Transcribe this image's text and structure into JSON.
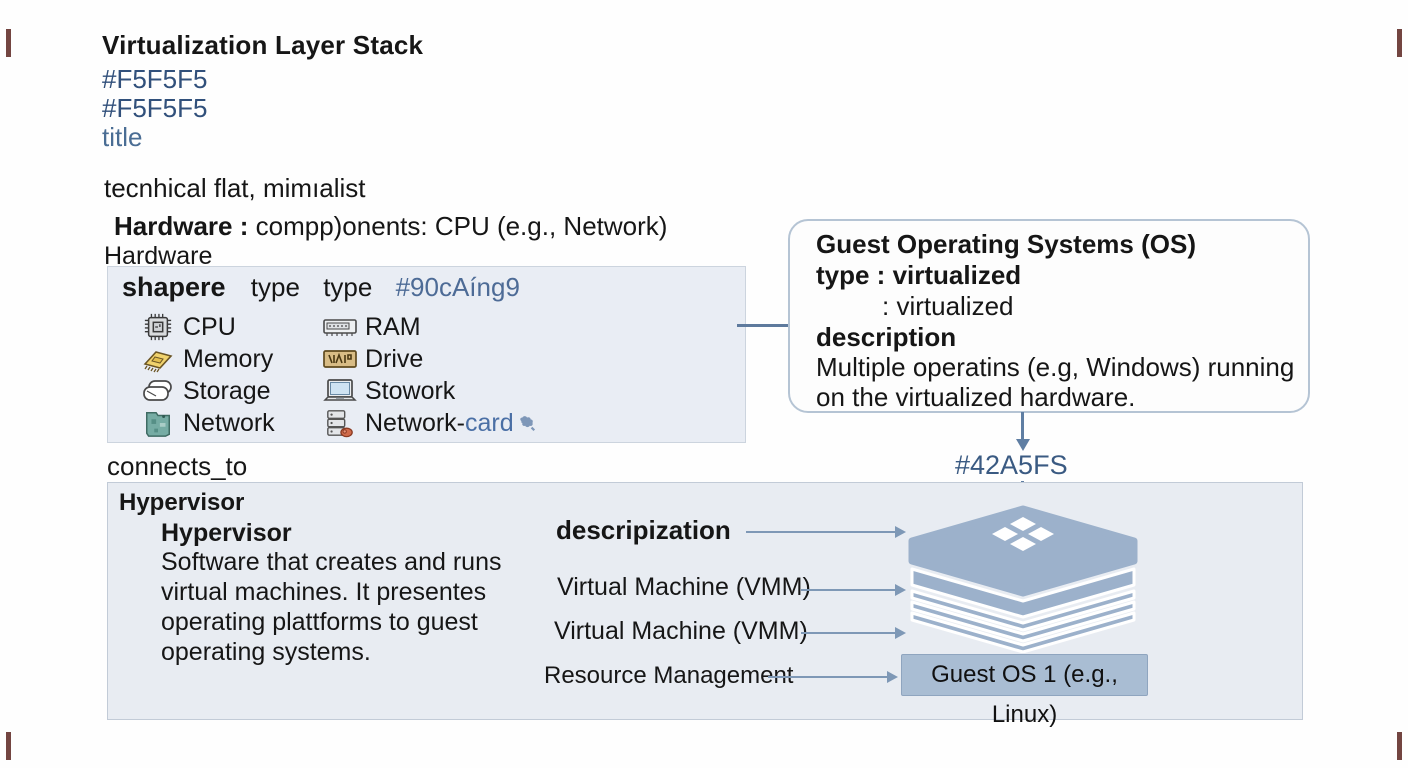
{
  "header": {
    "title": "Virtualization Layer Stack",
    "hex_line_1": "#F5F5F5",
    "hex_line_2": "#F5F5F5",
    "subtitle": "title",
    "style_note": "tecnhical flat, mimıalist",
    "hardware_line_bold": "Hardware :",
    "hardware_line_rest": " compp)onents: CPU (e.g., Network)",
    "hardware_label": "Hardware"
  },
  "hardware_box": {
    "title_bold": "shapere",
    "type_word_1": "type",
    "type_word_2": "type",
    "hex": "#90cAíng9",
    "items": {
      "col1": [
        {
          "icon": "cpu-icon",
          "label": "CPU"
        },
        {
          "icon": "memory-chip-icon",
          "label": "Memory"
        },
        {
          "icon": "storage-icon",
          "label": "Storage"
        },
        {
          "icon": "network-board-icon",
          "label": "Network"
        }
      ],
      "col2": [
        {
          "icon": "ram-stick-icon",
          "label": "RAM"
        },
        {
          "icon": "hard-drive-icon",
          "label": "Drive"
        },
        {
          "icon": "laptop-icon",
          "label": "Stowork"
        },
        {
          "icon": "server-mouse-icon",
          "label": "Network-",
          "label_accent": "card",
          "trailing_icon": "puzzle-icon"
        }
      ]
    }
  },
  "guest_os_box": {
    "title": "Guest Operating Systems (OS)",
    "type_line": "type : virtualized",
    "type_line_2": ": virtualized",
    "description_label": "description",
    "description_line_1": "Multiple operatins (e.g, Windows) running",
    "description_line_2": "on the virtualized hardware."
  },
  "connects_label": "connects_to",
  "hex_arrow_label": "#42A5FS",
  "hypervisor_box": {
    "title": "Hypervisor",
    "subtitle": "Hypervisor",
    "desc_line_1": "Software that creates and runs",
    "desc_line_2": "virtual machines. It presentes",
    "desc_line_3": "operating plattforms to guest",
    "desc_line_4": "operating systems.",
    "row_1": "descripization",
    "row_2": "Virtual Machine (VMM)",
    "row_3": "Virtual Machine (VMM)",
    "row_4": "Resource Management",
    "guest_os_chip": "Guest OS 1 (e.g., Linux)"
  },
  "colors": {
    "slate_text": "#31507b",
    "light_slate_text": "#4a6d94",
    "hex_in_box": "#4d6b96",
    "accent_word": "#4a6fa5",
    "arrow": "#5f7ea3",
    "hardware_box_bg": "#e9edf4",
    "bottom_box_bg": "#e8ecf2",
    "stack_fill": "#9cb1cb",
    "guest_chip_bg": "#a9bdd3"
  }
}
